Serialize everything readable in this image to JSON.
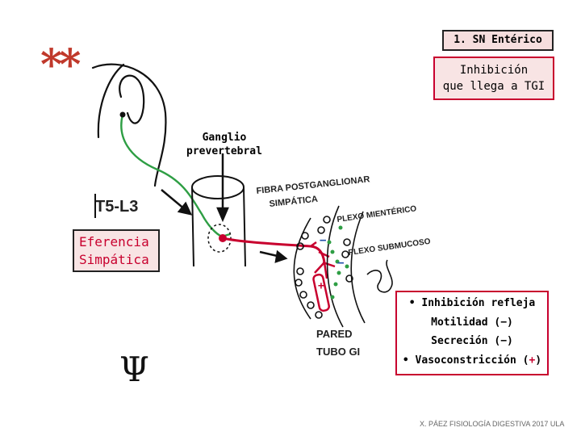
{
  "slide": {
    "title": "1. SN Entérico",
    "stars": "**",
    "inhibition": [
      "Inhibición",
      "que llega a TGI"
    ],
    "ganglion": [
      "Ganglio",
      "prevertebral"
    ],
    "efferent": [
      "Eferencia",
      "Simpática"
    ],
    "effects": {
      "line1": "• Inhibición refleja",
      "line2": "Motilidad (−)",
      "line3": "Secreción (−)",
      "line4_text": "• Vasoconstricción (",
      "line4_sign": "+",
      "line4_close": ")"
    },
    "footer": "X. PÁEZ  FISIOLOGÍA DIGESTIVA 2017  ULA"
  },
  "handwritten": {
    "segment": "T5-L3",
    "fibra": [
      "FIBRA POSTGANGLIONAR",
      "SIMPÁTICA"
    ],
    "plexo_mienterico": "PLEXO MIENTÉRICO",
    "plexo_submucoso": "PLEXO SUBMUCOSO",
    "pared": [
      "PARED",
      "TUBO GI"
    ],
    "signs": [
      "−",
      "−",
      "+"
    ],
    "symbol": "Ψ"
  },
  "colors": {
    "red": "#c8002e",
    "green": "#2e9e44",
    "blue": "#1f4fa8"
  }
}
